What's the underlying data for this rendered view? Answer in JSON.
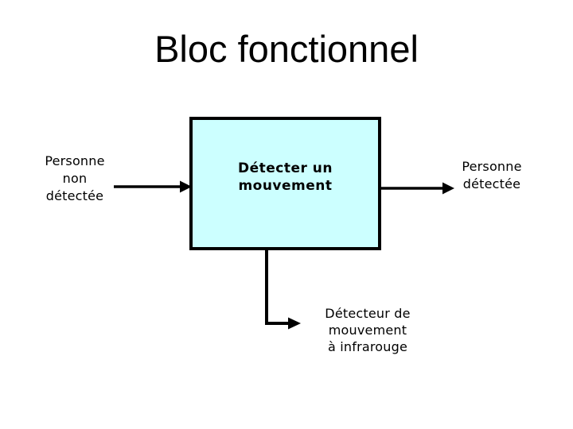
{
  "slide": {
    "title": "Bloc fonctionnel",
    "background_color": "#FFFFFF",
    "arrow_color": "#000000",
    "block": {
      "lines": [
        "Détecter un",
        "mouvement"
      ],
      "fill": "#CCFFFF",
      "border_color": "#000000"
    },
    "input_label": {
      "lines": [
        "Personne",
        "non",
        "détectée"
      ]
    },
    "output_label": {
      "lines": [
        "Personne",
        "détectée"
      ]
    },
    "sensor_label": {
      "lines": [
        "Détecteur de",
        "mouvement",
        "à infrarouge"
      ]
    }
  }
}
